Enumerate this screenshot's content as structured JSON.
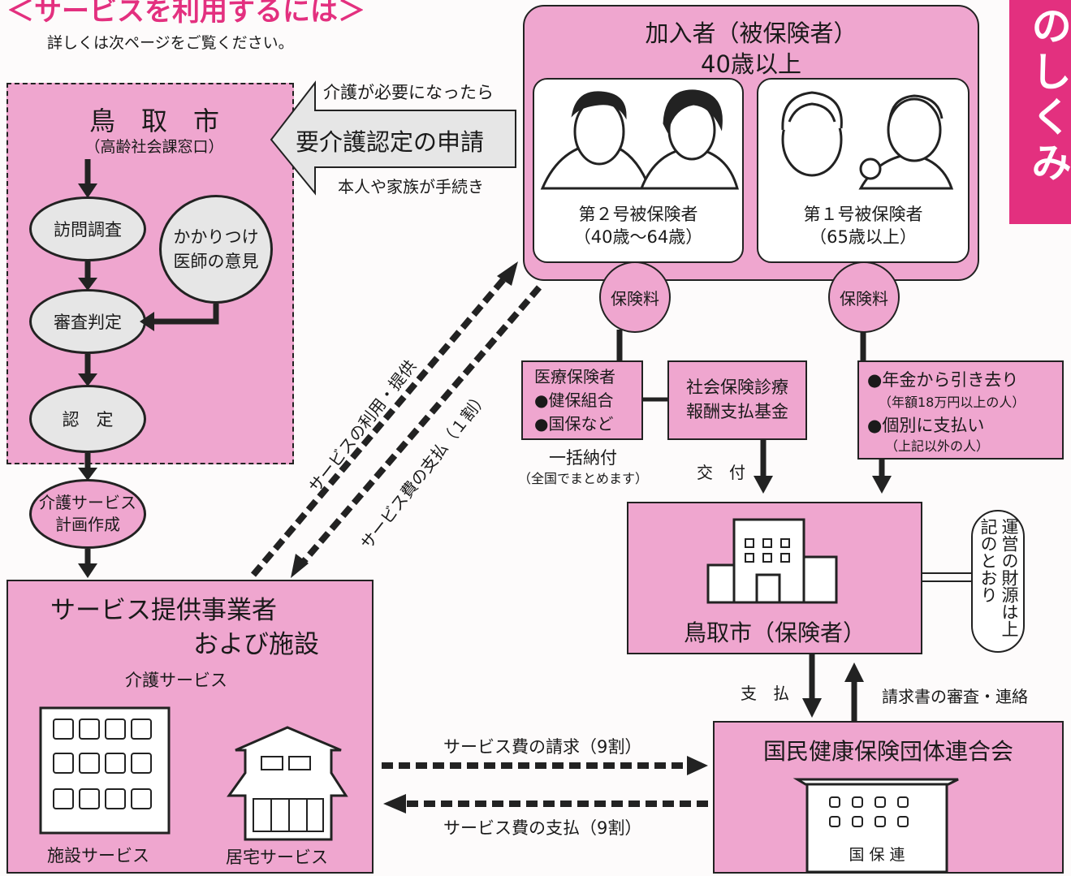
{
  "header": {
    "title": "＜サービスを利用するには＞",
    "subtitle": "詳しくは次ページをご覧ください。",
    "side_tab": "のしくみ"
  },
  "city": {
    "name": "鳥　取　市",
    "desk": "（高齢社会課窓口）",
    "visit": "訪問調査",
    "doctor": "かかりつけ\n医師の意見",
    "review": "審査判定",
    "certify": "認　定"
  },
  "care_plan": "介護サービス\n計画作成",
  "application": {
    "top": "介護が必要になったら",
    "main": "要介護認定の申請",
    "bottom": "本人や家族が手続き"
  },
  "insured": {
    "title": "加入者（被保険者）",
    "age": "40歳以上",
    "group2": "第２号被保険者\n（40歳〜64歳）",
    "group1": "第１号被保険者\n（65歳以上）",
    "premium_left": "保険料",
    "premium_right": "保険料"
  },
  "medical": {
    "insurer": "医療保険者\n●健保組合\n●国保など",
    "fund": "社会保険診療\n報酬支払基金",
    "lump": "一括納付",
    "lump_note": "（全国でまとめます）",
    "grant": "交　付"
  },
  "pension": {
    "line1": "●年金から引き去り",
    "note1": "（年額18万円以上の人）",
    "line2": "●個別に支払い",
    "note2": "（上記以外の人）"
  },
  "insurer_city": {
    "label": "鳥取市（保険者）",
    "funding_note": "運営の財源は上記のとおり"
  },
  "federation": {
    "name": "国民健康保険団体連合会",
    "building_sign": "国 保 連",
    "pay": "支　払",
    "audit": "請求書の審査・連絡"
  },
  "provider": {
    "title1": "サービス提供事業者",
    "title2": "および施設",
    "care": "介護サービス",
    "facility": "施設サービス",
    "home": "居宅サービス"
  },
  "flows": {
    "use": "サービスの利用・提供",
    "pay_user": "サービス費の支払（１割）",
    "claim": "サービス費の請求（9割）",
    "pay_fed": "サービス費の支払（9割）"
  },
  "colors": {
    "pink": "#efa6cf",
    "magenta": "#e3307f",
    "oval": "#e6e6e6"
  }
}
